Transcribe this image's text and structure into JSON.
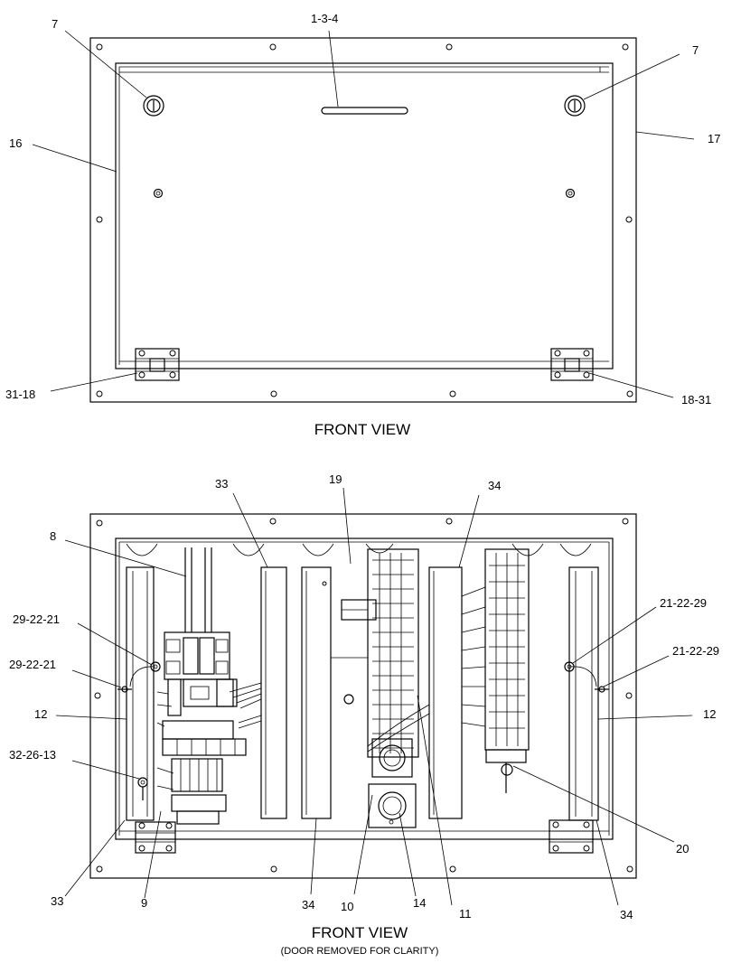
{
  "views": {
    "top": {
      "title": "FRONT VIEW",
      "callouts": {
        "c7_left": "7",
        "c134": "1-3-4",
        "c7_right": "7",
        "c16": "16",
        "c17": "17",
        "c3118": "31-18",
        "c1831": "18-31"
      }
    },
    "bottom": {
      "title": "FRONT VIEW",
      "subtitle": "(DOOR REMOVED FOR CLARITY)",
      "callouts": {
        "c33_top": "33",
        "c19": "19",
        "c34_top": "34",
        "c8": "8",
        "c292221_a": "29-22-21",
        "c292221_b": "29-22-21",
        "c212229_a": "21-22-29",
        "c212229_b": "21-22-29",
        "c12_left": "12",
        "c12_right": "12",
        "c322613": "32-26-13",
        "c20": "20",
        "c33_bottom": "33",
        "c9": "9",
        "c34_b1": "34",
        "c10": "10",
        "c14": "14",
        "c11": "11",
        "c34_b2": "34"
      }
    }
  }
}
